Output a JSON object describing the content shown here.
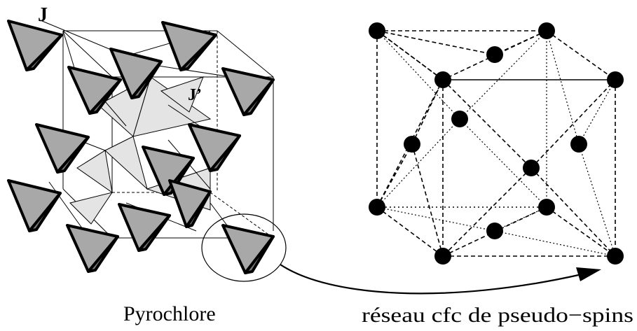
{
  "labels": {
    "j": "J",
    "j_prime": "J’",
    "left_caption": "Pyrochlore",
    "right_caption": "réseau cfc de pseudo−spins"
  },
  "colors": {
    "tetra_face": "#a8a8a8",
    "tetra_dark": "#7a7a7a",
    "light_face": "#e4e4e4",
    "stroke": "#000000",
    "node": "#000000"
  }
}
